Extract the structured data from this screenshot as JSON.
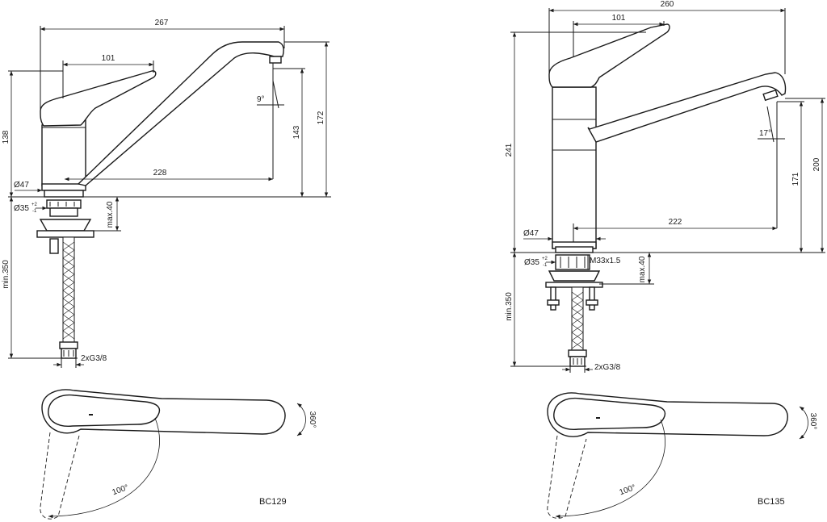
{
  "left": {
    "code": "BC129",
    "dims": {
      "overall_reach": "267",
      "lever_reach": "101",
      "spout_reach": "228",
      "height_total": "172",
      "outlet_height": "143",
      "body_height": "138",
      "body_diameter": "Ø47",
      "hole_diameter": "Ø35",
      "hole_tolerance_upper": "+2",
      "hole_tolerance_lower": "-1",
      "max_deck": "max.40",
      "hose_length": "min.350",
      "connection": "2xG3/8",
      "outlet_angle": "9°",
      "swivel": "360°",
      "lever_rotation": "100°"
    }
  },
  "right": {
    "code": "BC135",
    "dims": {
      "overall_reach": "260",
      "lever_reach": "101",
      "spout_reach": "222",
      "height_total": "241",
      "outlet_height": "171",
      "spout_height": "200",
      "body_diameter": "Ø47",
      "hole_diameter": "Ø35",
      "hole_tolerance_upper": "+2",
      "hole_tolerance_lower": "-1",
      "thread": "M33x1.5",
      "max_deck": "max.40",
      "hose_length": "min.350",
      "connection": "2xG3/8",
      "outlet_angle": "17°",
      "swivel": "360°",
      "lever_rotation": "100°"
    }
  }
}
